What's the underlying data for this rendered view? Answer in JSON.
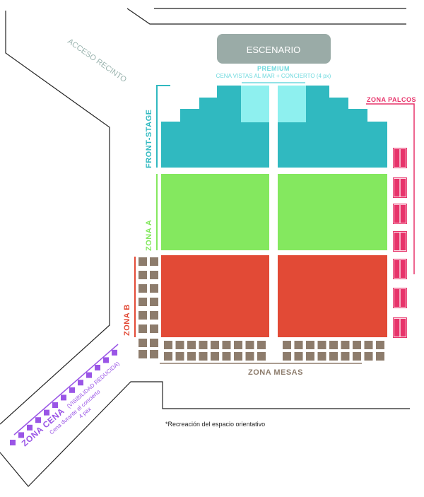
{
  "stage": {
    "label": "ESCENARIO"
  },
  "access": {
    "label": "ACCESO RECINTO"
  },
  "zones": {
    "premium": {
      "title": "PREMIUM",
      "subtitle": "CENA VISTAS AL MAR + CONCIERTO (4 px)",
      "color": "#8ef0ef"
    },
    "front_stage": {
      "label": "FRONT-STAGE",
      "color": "#30b9c0"
    },
    "zona_a": {
      "label": "ZONA A",
      "color": "#84e85f"
    },
    "zona_b": {
      "label": "ZONA B",
      "color": "#e24a36"
    },
    "zona_mesas": {
      "label": "ZONA MESAS",
      "color": "#8d7c6c"
    },
    "zona_palcos": {
      "label": "ZONA PALCOS",
      "color": "#e7336a"
    },
    "zona_cena": {
      "label": "ZONA CENA",
      "label_suffix": "(VISIBILIDAD REDUCIDA)",
      "line2": "Cena durante el concierto",
      "line3": "4 pax",
      "color": "#9a55e6"
    }
  },
  "footnote": "*Recreación del espacio orientativo",
  "colors": {
    "walls": "#222222",
    "stage": "#9aaba7",
    "access_text": "#9ab3ae"
  }
}
